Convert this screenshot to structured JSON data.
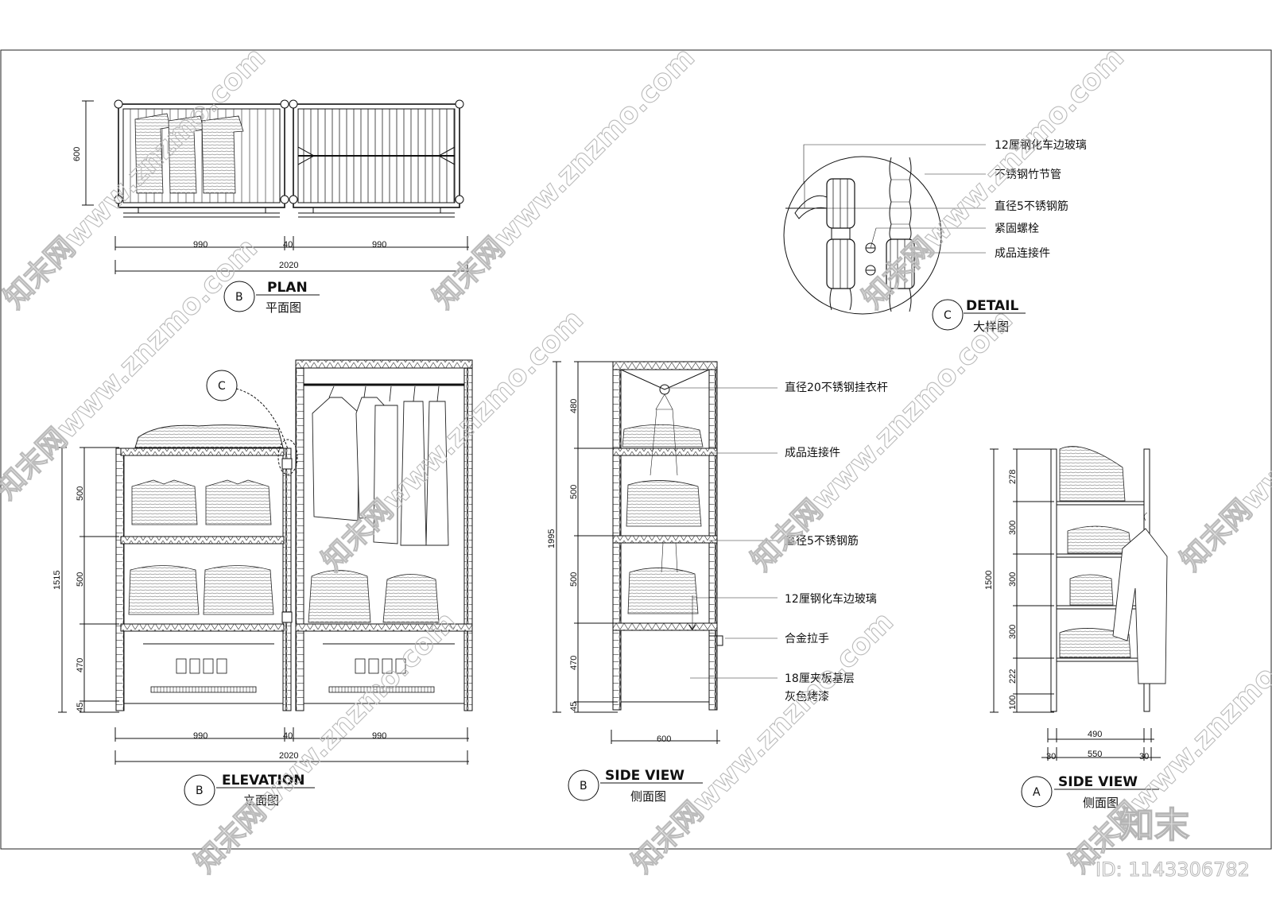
{
  "views": {
    "plan": {
      "marker": "B",
      "title": "PLAN",
      "subtitle": "平面图"
    },
    "detail": {
      "marker": "C",
      "title": "DETAIL",
      "subtitle": "大样图"
    },
    "elevation": {
      "marker": "B",
      "title": "ELEVATION",
      "subtitle": "立面图",
      "callout": "C"
    },
    "side_b": {
      "marker": "B",
      "title": "SIDE VIEW",
      "subtitle": "侧面图"
    },
    "side_a": {
      "marker": "A",
      "title": "SIDE VIEW",
      "subtitle": "侧面图"
    }
  },
  "plan_dims": {
    "depth": "600",
    "left": "990",
    "gap": "40",
    "right": "990",
    "total": "2020"
  },
  "detail_notes": [
    "12厘钢化车边玻璃",
    "不锈钢竹节管",
    "直径5不锈钢筋",
    "紧固螺栓",
    "成品连接件"
  ],
  "elevation_dims": {
    "h1": "500",
    "h2": "500",
    "h3": "470",
    "h4": "45",
    "total_h": "1515",
    "w_left": "990",
    "w_gap": "40",
    "w_right": "990",
    "w_total": "2020"
  },
  "side_b_dims": {
    "h1": "480",
    "h2": "500",
    "h3": "500",
    "h4": "470",
    "h5": "45",
    "total_h": "1995",
    "width": "600"
  },
  "side_b_notes": [
    "直径20不锈钢挂衣杆",
    "成品连接件",
    "直径5不锈钢筋",
    "12厘钢化车边玻璃",
    "合金拉手",
    "18厘夹板基层",
    "灰色烤漆"
  ],
  "side_a_dims": {
    "h1": "278",
    "h2": "300",
    "h3": "300",
    "h4": "300",
    "h5": "222",
    "h6": "100",
    "total_h": "1500",
    "inner_w": "490",
    "side_l": "30",
    "total_w": "550",
    "side_r": "30"
  },
  "watermark": {
    "text": "知末网www.znzmo.com",
    "brand": "知末",
    "id": "ID: 1143306782"
  }
}
